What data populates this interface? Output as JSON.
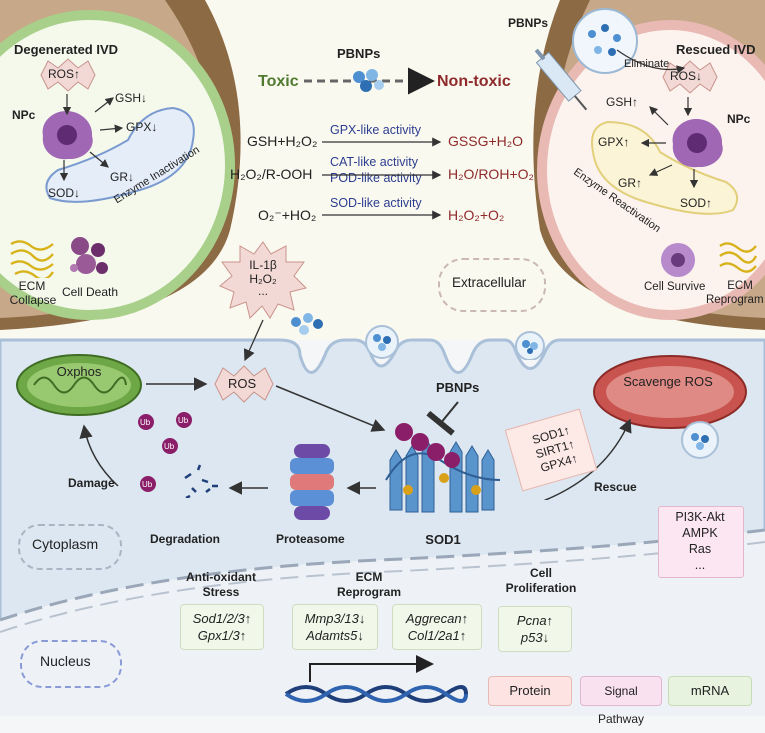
{
  "left_ivd": {
    "title": "Degenerated IVD",
    "ros": "ROS↑",
    "npc": "NPc",
    "gsh": "GSH↓",
    "gpx": "GPX↓",
    "gr": "GR↓",
    "sod": "SOD↓",
    "enzyme": "Enzyme Inactivation",
    "ecm_line1": "ECM",
    "ecm_line2": "Collapse",
    "cell_death": "Cell Death"
  },
  "right_ivd": {
    "pbnps": "PBNPs",
    "eliminate": "Eliminate",
    "title": "Rescued IVD",
    "ros": "ROS↓",
    "npc": "NPc",
    "gsh": "GSH↑",
    "gpx": "GPX↑",
    "gr": "GR↑",
    "sod": "SOD↑",
    "enzyme": "Enzyme Reactivation",
    "cell_survive": "Cell Survive",
    "ecm_line1": "ECM",
    "ecm_line2": "Reprogram"
  },
  "center_top": {
    "pbnps": "PBNPs",
    "toxic": "Toxic",
    "nontoxic": "Non-toxic",
    "reactions": [
      {
        "left": "GSH+H₂O₂",
        "label": "GPX-like activity",
        "right": "GSSG+H₂O"
      },
      {
        "left": "H₂O₂/R-OOH",
        "label": "CAT-like activity",
        "label2": "POD-like activity",
        "right": "H₂O/ROH+O₂"
      },
      {
        "left": "O₂⁻+HO₂",
        "label": "SOD-like activity",
        "right": "H₂O₂+O₂"
      }
    ],
    "stimuli": [
      "IL-1β",
      "H₂O₂",
      "..."
    ],
    "extracellular": "Extracellular"
  },
  "cell": {
    "oxphos": "Oxphos",
    "ros": "ROS",
    "pbnps": "PBNPs",
    "scavenge": "Scavenge ROS",
    "damage": "Damage",
    "degradation": "Degradation",
    "proteasome": "Proteasome",
    "sod1": "SOD1",
    "ub": "Ub",
    "rescue": "Rescue",
    "rescue_box": [
      "SOD1↑",
      "SIRT1↑",
      "GPX4↑"
    ],
    "pathway_box": [
      "PI3K-Akt",
      "AMPK",
      "Ras",
      "..."
    ],
    "cytoplasm": "Cytoplasm",
    "nucleus": "Nucleus"
  },
  "nucleus": {
    "groups": [
      {
        "title1": "Anti-oxidant",
        "title2": "Stress",
        "lines": [
          "Sod1/2/3↑",
          "Gpx1/3↑"
        ]
      },
      {
        "title1": "ECM",
        "title2": "Reprogram",
        "lines": [
          "Mmp3/13↓",
          "Adamts5↓"
        ]
      },
      {
        "title1": "",
        "title2": "",
        "lines": [
          "Aggrecan↑",
          "Col1/2a1↑"
        ]
      },
      {
        "title1": "Cell",
        "title2": "Proliferation",
        "lines": [
          "Pcna↑",
          "p53↓"
        ]
      }
    ],
    "legend": [
      "Protein",
      "Signal Pathway",
      "mRNA"
    ]
  },
  "colors": {
    "toxic": "#4f7a2e",
    "nontoxic": "#8e2a2a",
    "reaction_label": "#2c3e8f",
    "mito": "#5f9b3a",
    "ros_burst": "#f3d9d6",
    "legend_protein": "#fde4e3",
    "legend_signal": "#f9e1ef",
    "legend_mrna": "#e8f3df"
  }
}
